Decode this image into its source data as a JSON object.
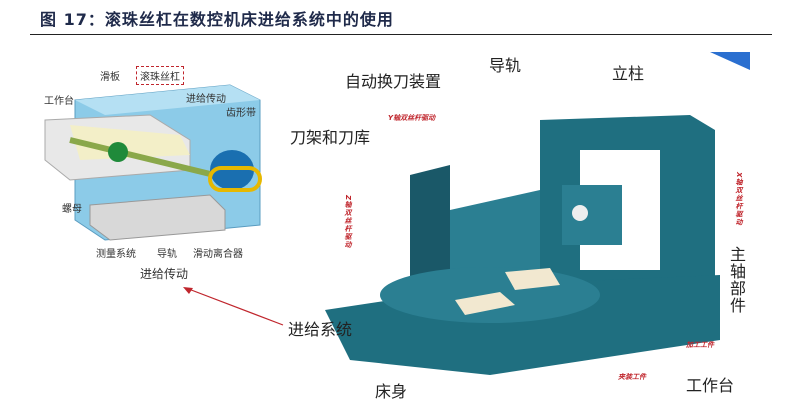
{
  "title": "图 17：滚珠丝杠在数控机床进给系统中的使用",
  "left_figure": {
    "labels": {
      "slide": "滑板",
      "ball_screw": "滚珠丝杠",
      "worktable": "工作台",
      "feed_drive": "进给传动",
      "toothed_belt": "齿形带",
      "nut": "螺母",
      "measuring_system": "测量系统",
      "guide_rail": "导轨",
      "slip_clutch": "滑动离合器"
    },
    "caption": "进给传动"
  },
  "right_figure": {
    "labels": {
      "atc": "自动换刀装置",
      "guide_rail": "导轨",
      "column": "立柱",
      "y_axis": "Y轴双丝杆驱动",
      "tool_magazine": "刀架和刀库",
      "z_axis": "Z轴双丝杆驱动",
      "x_axis": "X轴双丝杆驱动",
      "spindle": "主轴部件",
      "feed_system": "进给系统",
      "workpiece": "加工工件",
      "clamped_workpiece": "夹装工件",
      "worktable": "工作台",
      "bed": "床身"
    }
  },
  "colors": {
    "title": "#1f2a4a",
    "accent_red": "#c0262d",
    "machine": "#1f6f80",
    "slide_blue": "#8ccbe8"
  }
}
